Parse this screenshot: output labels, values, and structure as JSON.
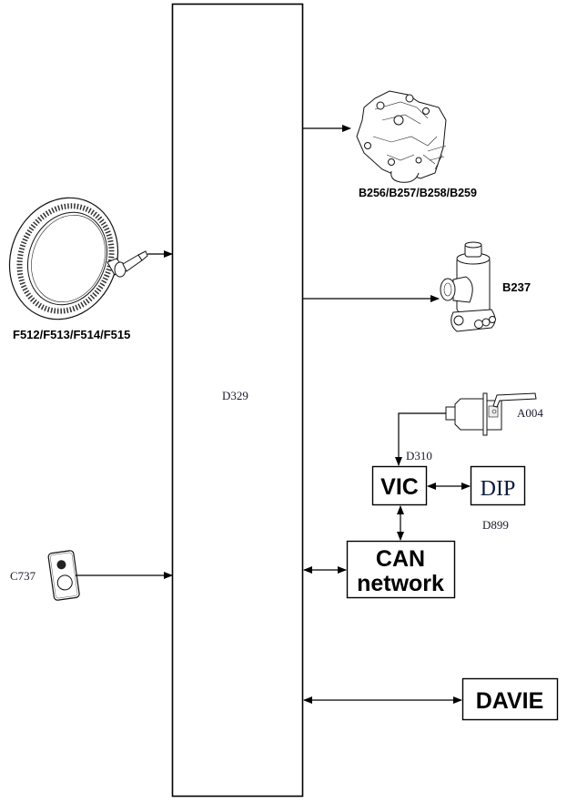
{
  "diagram": {
    "central_unit": {
      "id": "D329"
    },
    "inputs": [
      {
        "id": "F512/F513/F514/F515",
        "type": "abs-sensor-ring"
      },
      {
        "id": "C737",
        "type": "switch"
      }
    ],
    "outputs": [
      {
        "id": "B256/B257/B258/B259",
        "type": "pressure-modulator-valve"
      },
      {
        "id": "B237",
        "type": "solenoid-valve"
      }
    ],
    "network": {
      "vic": {
        "label": "VIC",
        "id": "D310"
      },
      "dip": {
        "label": "DIP",
        "id": "D899"
      },
      "sensor": {
        "id": "A004"
      },
      "can": {
        "line1": "CAN",
        "line2": "network"
      },
      "davie": {
        "label": "DAVIE"
      }
    }
  }
}
